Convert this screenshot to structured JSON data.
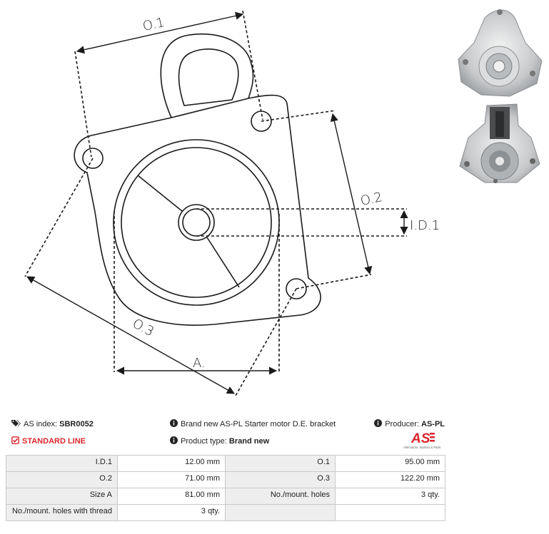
{
  "drawing": {
    "labels": {
      "o1": "O.1",
      "o2": "O.2",
      "o3": "O.3",
      "id1": "I.D.1",
      "a": "A."
    }
  },
  "info": {
    "as_index_label": "AS index:",
    "as_index_value": "SBR0052",
    "standard_line": "STANDARD LINE",
    "description": "Brand new AS-PL Starter motor D.E. bracket",
    "product_type_label": "Product type:",
    "product_type_value": "Brand new",
    "producer_label": "Producer:",
    "producer_value": "AS-PL",
    "logo_text": "AS",
    "logo_tagline": "Alternators, Starters & Parts"
  },
  "specs": {
    "rows": [
      [
        {
          "label": "I.D.1",
          "value": "12.00 mm"
        },
        {
          "label": "O.1",
          "value": "95.00 mm"
        }
      ],
      [
        {
          "label": "O.2",
          "value": "71.00 mm"
        },
        {
          "label": "O.3",
          "value": "122.20 mm"
        }
      ],
      [
        {
          "label": "Size A",
          "value": "81.00 mm"
        },
        {
          "label": "No./mount. holes",
          "value": "3 qty."
        }
      ],
      [
        {
          "label": "No./mount. holes with thread",
          "value": "3 qty."
        },
        {
          "label": "",
          "value": ""
        }
      ]
    ]
  },
  "colors": {
    "accent_red": "#d9262c",
    "cell_bg": "#eeeeee",
    "border": "#c9c9c9"
  },
  "icons": {
    "as_index": "tags-icon",
    "standard_line": "check-square-icon",
    "info": "info-circle-icon"
  }
}
